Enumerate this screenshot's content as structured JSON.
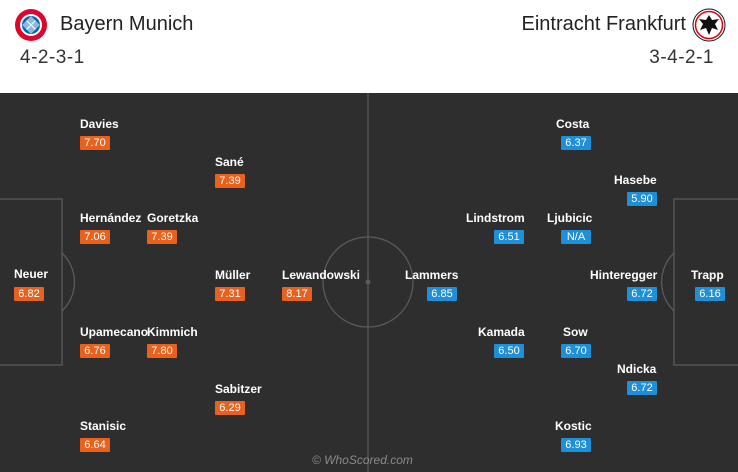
{
  "home": {
    "name": "Bayern Munich",
    "formation": "4-2-3-1",
    "crest_icon": "bayern-munich-crest",
    "color": "#e8621d",
    "players": [
      {
        "name": "Neuer",
        "rating": "6.82"
      },
      {
        "name": "Davies",
        "rating": "7.70"
      },
      {
        "name": "Hernández",
        "rating": "7.06"
      },
      {
        "name": "Upamecano",
        "rating": "6.76"
      },
      {
        "name": "Stanisic",
        "rating": "6.64"
      },
      {
        "name": "Goretzka",
        "rating": "7.39"
      },
      {
        "name": "Kimmich",
        "rating": "7.80"
      },
      {
        "name": "Sané",
        "rating": "7.39"
      },
      {
        "name": "Müller",
        "rating": "7.31"
      },
      {
        "name": "Sabitzer",
        "rating": "6.29"
      },
      {
        "name": "Lewandowski",
        "rating": "8.17"
      }
    ]
  },
  "away": {
    "name": "Eintracht Frankfurt",
    "formation": "3-4-2-1",
    "crest_icon": "eintracht-frankfurt-eagle-crest",
    "color": "#1f8fd8",
    "players": [
      {
        "name": "Trapp",
        "rating": "6.16"
      },
      {
        "name": "Hinteregger",
        "rating": "6.72"
      },
      {
        "name": "Hasebe",
        "rating": "5.90"
      },
      {
        "name": "Ndicka",
        "rating": "6.72"
      },
      {
        "name": "Costa",
        "rating": "6.37"
      },
      {
        "name": "Ljubicic",
        "rating": "N/A"
      },
      {
        "name": "Sow",
        "rating": "6.70"
      },
      {
        "name": "Kostic",
        "rating": "6.93"
      },
      {
        "name": "Lindstrom",
        "rating": "6.51"
      },
      {
        "name": "Kamada",
        "rating": "6.50"
      },
      {
        "name": "Lammers",
        "rating": "6.85"
      }
    ]
  },
  "pitch": {
    "background": "#2e2e2e",
    "line_color": "#5a5a5a"
  },
  "watermark": "© WhoScored.com"
}
